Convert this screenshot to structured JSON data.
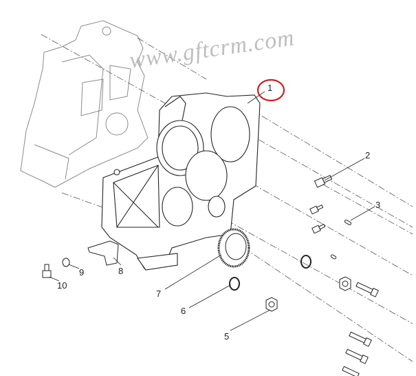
{
  "watermark": "www.gftcrm.com",
  "callouts": {
    "c1": "1",
    "c2": "2",
    "c3": "3",
    "c5": "5",
    "c6": "6",
    "c7": "7",
    "c8": "8",
    "c9": "9",
    "c10": "10"
  },
  "colors": {
    "highlight": "#cc1f1f",
    "line": "#222222",
    "ghost": "#888888"
  }
}
